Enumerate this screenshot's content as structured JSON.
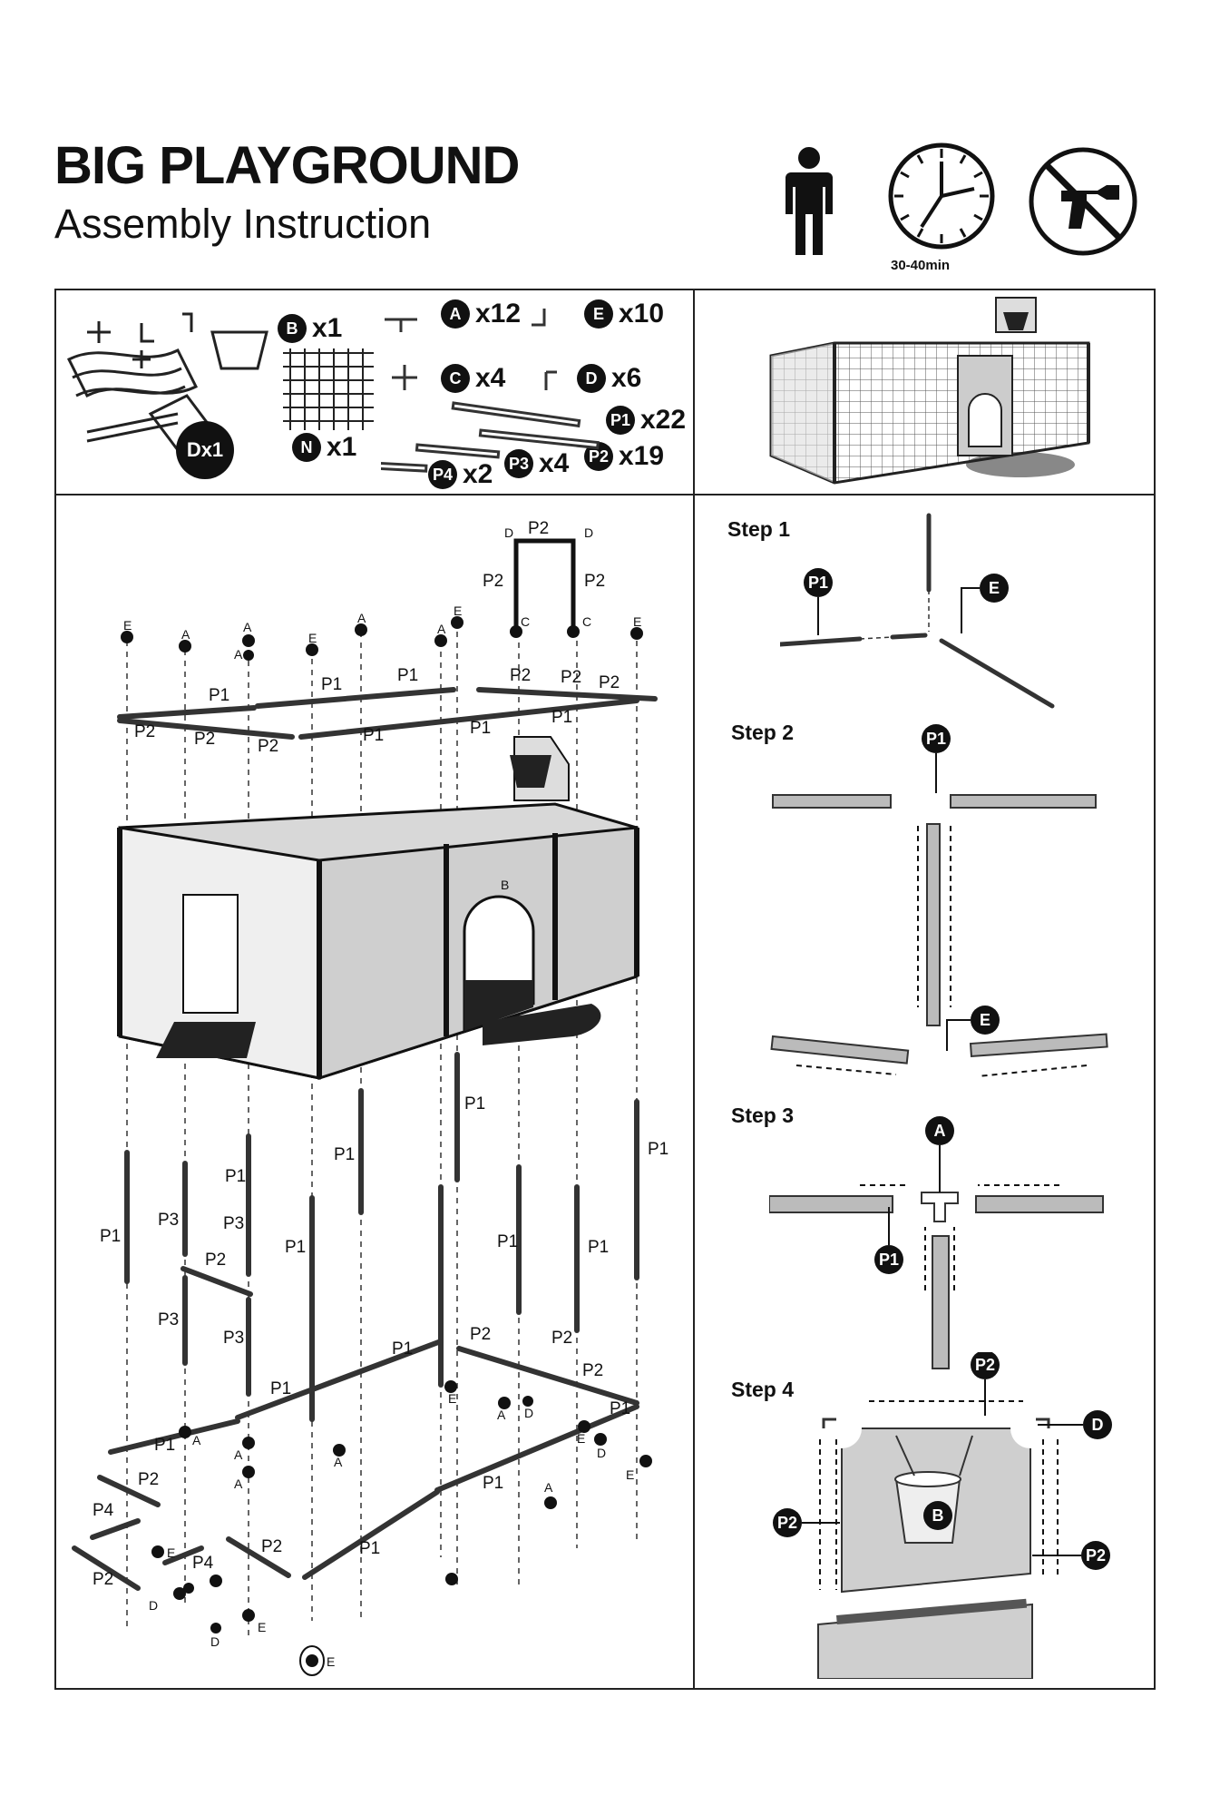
{
  "header": {
    "title": "BIG PLAYGROUND",
    "subtitle": "Assembly Instruction",
    "time_label": "30-40min"
  },
  "parts": {
    "items": [
      {
        "code": "A",
        "count": "x12"
      },
      {
        "code": "E",
        "count": "x10"
      },
      {
        "code": "B",
        "count": "x1"
      },
      {
        "code": "C",
        "count": "x4"
      },
      {
        "code": "D",
        "count": "x6"
      },
      {
        "code": "N",
        "count": "x1"
      },
      {
        "code": "P1",
        "count": "x22"
      },
      {
        "code": "P2",
        "count": "x19"
      },
      {
        "code": "P3",
        "count": "x4"
      },
      {
        "code": "P4",
        "count": "x2"
      },
      {
        "code": "Dx1",
        "count": ""
      }
    ]
  },
  "steps": [
    "Step 1",
    "Step 2",
    "Step 3",
    "Step 4"
  ],
  "labels": {
    "p1": "P1",
    "p2": "P2",
    "p3": "P3",
    "p4": "P4",
    "a": "A",
    "b": "B",
    "c": "C",
    "d": "D",
    "e": "E"
  }
}
